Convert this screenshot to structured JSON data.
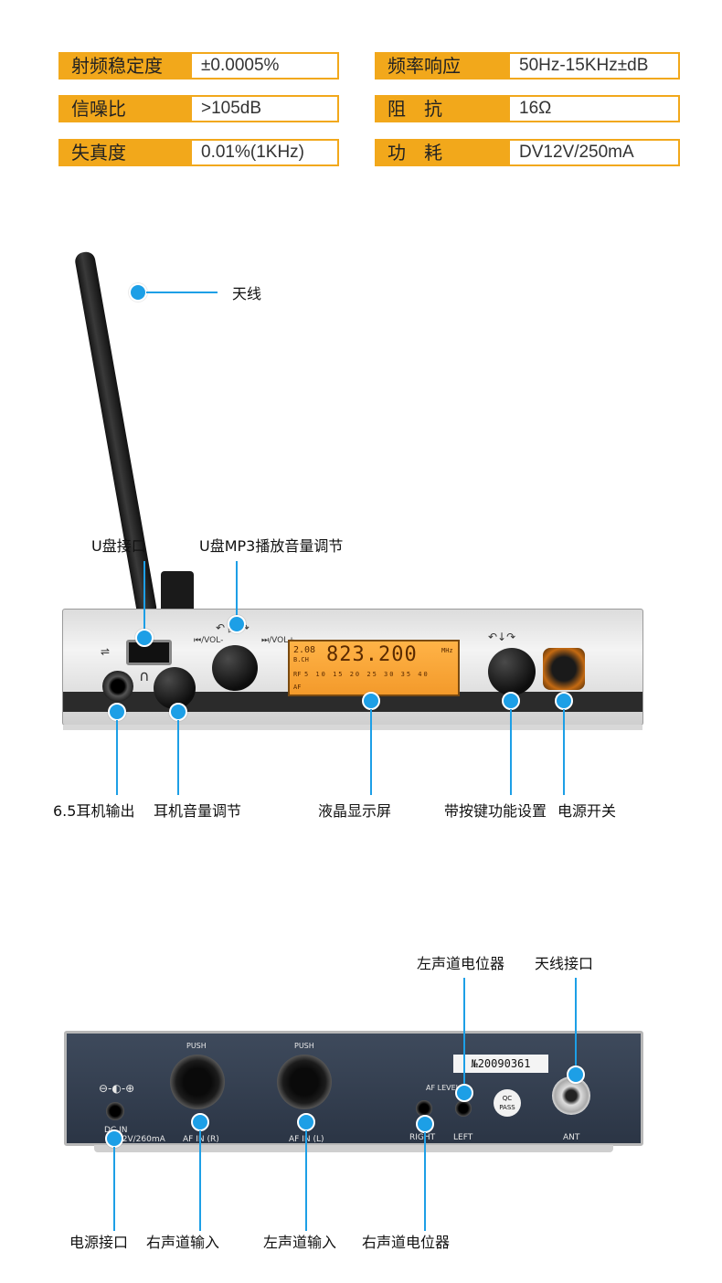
{
  "specs": {
    "left": [
      {
        "key": "射频稳定度",
        "value": "±0.0005%"
      },
      {
        "key": "信噪比",
        "value": ">105dB"
      },
      {
        "key": "失真度",
        "value": "0.01%(1KHz)"
      }
    ],
    "right": [
      {
        "key": "频率响应",
        "value": "50Hz-15KHz±dB"
      },
      {
        "key": "阻　抗",
        "value": "16Ω"
      },
      {
        "key": "功　耗",
        "value": "DV12V/250mA"
      }
    ]
  },
  "front_labels": {
    "antenna": "天线",
    "usb_port": "U盘接口",
    "mp3_volume": "U盘MP3播放音量调节",
    "headphone_out": "6.5耳机输出",
    "headphone_volume": "耳机音量调节",
    "lcd": "液晶显示屏",
    "function_knob": "带按键功能设置",
    "power_switch": "电源开关"
  },
  "front_panel": {
    "lcd_channel": "2.08",
    "lcd_bch": "B.CH",
    "lcd_freq": "823.200",
    "lcd_unit": "MHz",
    "lcd_rf": "RF",
    "lcd_af": "AF",
    "lcd_scale": "5 10 15 20 25 30 35 40",
    "vol_minus": "⏮/VOL-",
    "vol_plus": "⏭/VOL+"
  },
  "back_labels": {
    "left_pot": "左声道电位器",
    "antenna_port": "天线接口",
    "power_port": "电源接口",
    "right_input": "右声道输入",
    "left_input": "左声道输入",
    "right_pot": "右声道电位器"
  },
  "back_panel": {
    "serial": "№20090361",
    "dc_in": "DC IN",
    "power_spec": "12V/260mA",
    "af_in_r": "AF IN (R)",
    "af_in_l": "AF IN (L)",
    "push1": "PUSH",
    "push2": "PUSH",
    "af_level": "AF LEVEL",
    "right": "RIGHT",
    "left": "LEFT",
    "qc": "QC",
    "pass": "PASS",
    "ant": "ANT"
  },
  "colors": {
    "accent": "#f2a81b",
    "callout": "#1d9fe6"
  }
}
